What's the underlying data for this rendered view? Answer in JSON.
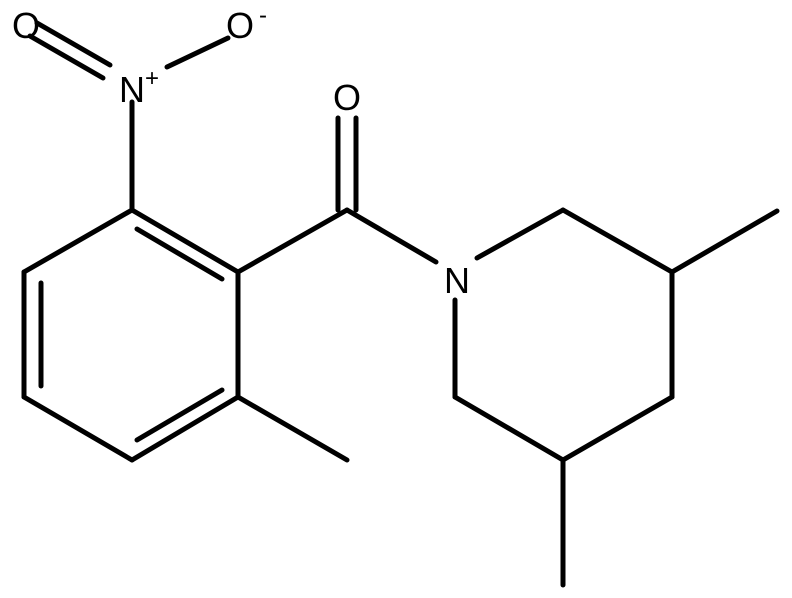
{
  "atoms": {
    "nitro_oxygen_anion": {
      "symbol": "O",
      "charge": "-"
    },
    "nitro_nitrogen": {
      "symbol": "N",
      "charge": "+"
    },
    "carbonyl_oxygen": {
      "symbol": "O"
    },
    "piperidine_nitrogen": {
      "symbol": "N"
    }
  }
}
